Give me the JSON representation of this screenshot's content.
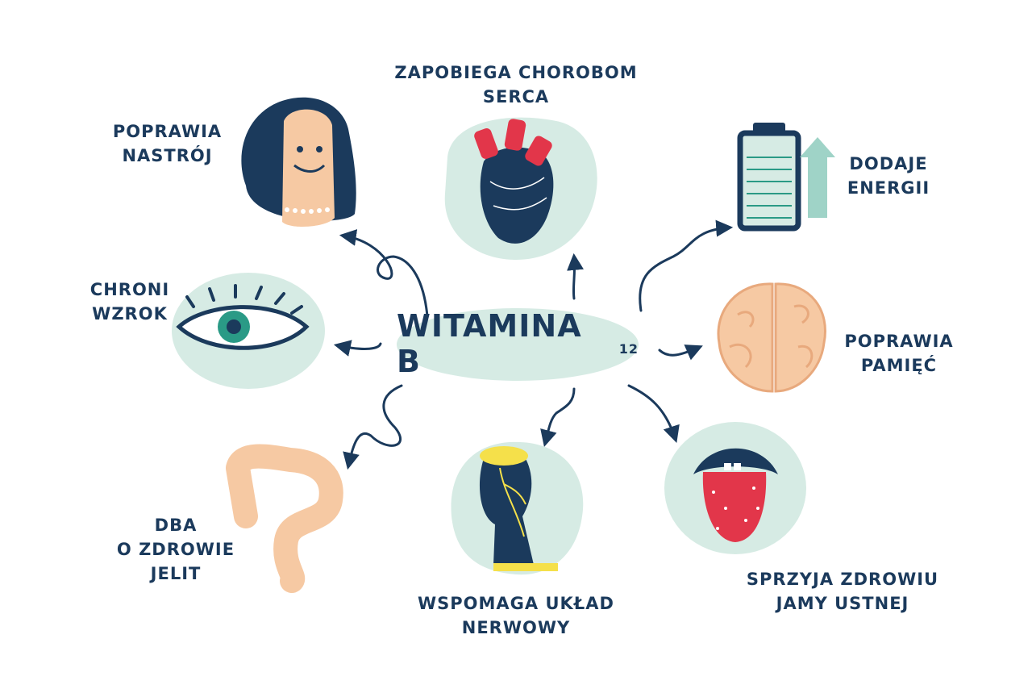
{
  "center": {
    "main": "WITAMINA B",
    "sub": "12"
  },
  "benefits": {
    "heart": {
      "line1": "ZAPOBIEGA CHOROBOM",
      "line2": "SERCA"
    },
    "mood": {
      "line1": "POPRAWIA",
      "line2": "NASTRÓJ"
    },
    "energy": {
      "line1": "DODAJE",
      "line2": "ENERGII"
    },
    "vision": {
      "line1": "CHRONI",
      "line2": "WZROK"
    },
    "memory": {
      "line1": "POPRAWIA",
      "line2": "PAMIĘĆ"
    },
    "gut": {
      "line1": "DBA",
      "line2": "O ZDROWIE",
      "line3": "JELIT"
    },
    "nerves": {
      "line1": "WSPOMAGA UKŁAD",
      "line2": "NERWOWY"
    },
    "mouth": {
      "line1": "SPRZYJA ZDROWIU",
      "line2": "JAMY USTNEJ"
    }
  },
  "colors": {
    "navy": "#1b3a5c",
    "mint": "#d6ebe4",
    "peach": "#f6c9a3",
    "red": "#e2364a",
    "yellow": "#f5e04a",
    "teal": "#2a9a86"
  },
  "icons": [
    "woman-face-icon",
    "heart-icon",
    "battery-icon",
    "up-arrow-icon",
    "eye-icon",
    "brain-icon",
    "intestine-icon",
    "nervous-system-icon",
    "tongue-icon"
  ]
}
